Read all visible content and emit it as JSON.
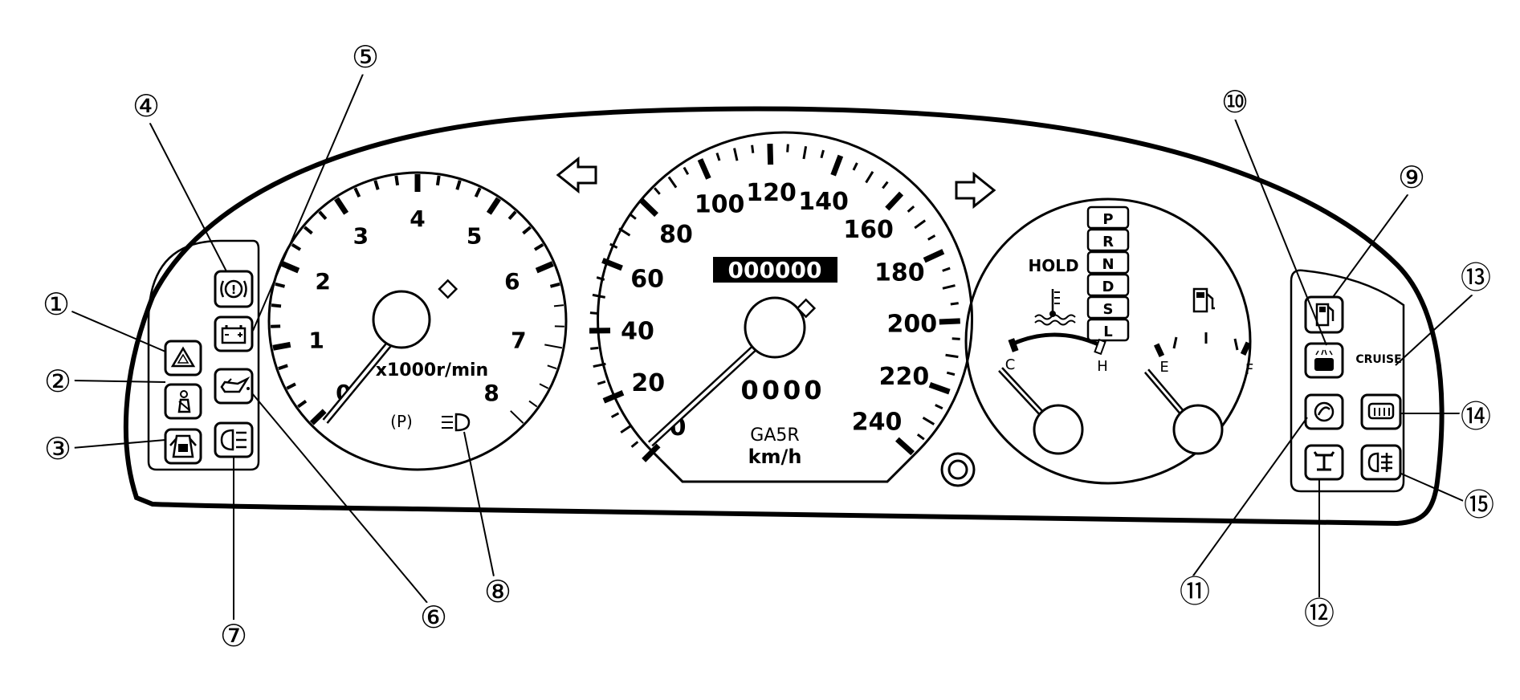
{
  "colors": {
    "ink": "#000000",
    "paper": "#ffffff"
  },
  "tachometer": {
    "labels": [
      "0",
      "1",
      "2",
      "3",
      "4",
      "5",
      "6",
      "7",
      "8"
    ],
    "unit": "x1000r/min",
    "icons": {
      "parking": "(P)",
      "headlight": "headlight-icon"
    }
  },
  "speedometer": {
    "labels": [
      "0",
      "20",
      "40",
      "60",
      "80",
      "100",
      "120",
      "140",
      "160",
      "180",
      "200",
      "220",
      "240"
    ],
    "odometer": "000000",
    "trip": "0000",
    "model": "GA5R",
    "unit": "km/h"
  },
  "gauges": {
    "hold": "HOLD",
    "temp": {
      "cold": "C",
      "hot": "H"
    },
    "fuel": {
      "empty": "E",
      "full": "F"
    },
    "gears": [
      "P",
      "R",
      "N",
      "D",
      "S",
      "L"
    ]
  },
  "right_panel": {
    "cruise": "CRUISE"
  },
  "callouts": [
    "①",
    "②",
    "③",
    "④",
    "⑤",
    "⑥",
    "⑦",
    "⑧",
    "⑨",
    "⑩",
    "⑪",
    "⑫",
    "⑬",
    "⑭",
    "⑮"
  ]
}
